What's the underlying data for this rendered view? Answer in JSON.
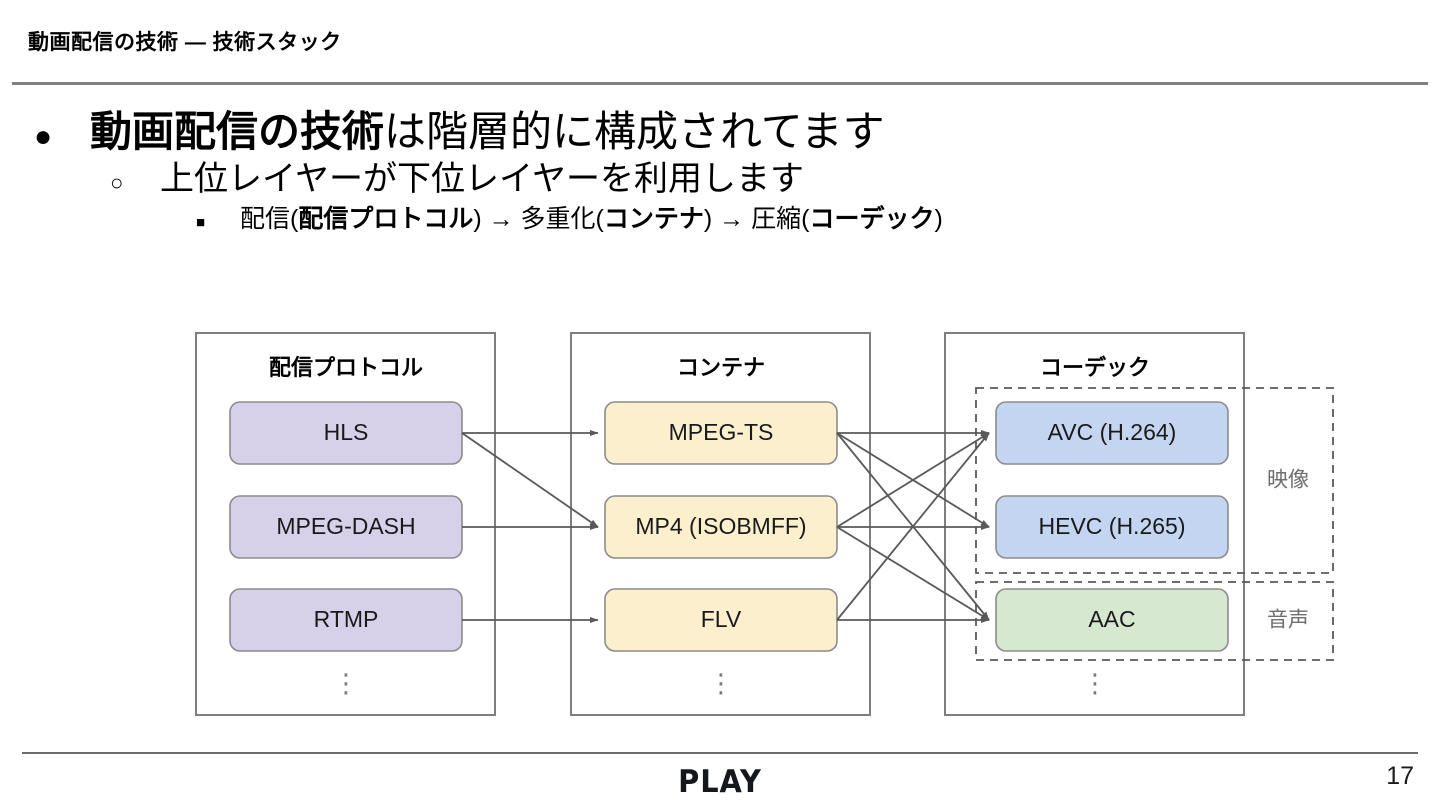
{
  "header": {
    "title": "動画配信の技術 ― 技術スタック"
  },
  "bullets": {
    "level1": {
      "marker": "●",
      "bold_part": "動画配信の技術",
      "rest": "は階層的に構成されてます"
    },
    "level2": {
      "marker": "○",
      "text": "上位レイヤーが下位レイヤーを利用します"
    },
    "level3": {
      "marker": "■",
      "seg1_plain": "配信(",
      "seg1_bold": "配信プロトコル",
      "seg2_plain": ") → 多重化(",
      "seg2_bold": "コンテナ",
      "seg3_plain": ") → 圧縮(",
      "seg3_bold": "コーデック",
      "seg4_plain": ")"
    }
  },
  "diagram": {
    "ellipsis_glyph": "⋮",
    "columns": [
      {
        "title": "配信プロトコル",
        "color": "#D6D0E8",
        "nodes": [
          "HLS",
          "MPEG-DASH",
          "RTMP"
        ]
      },
      {
        "title": "コンテナ",
        "color": "#FCEFCD",
        "nodes": [
          "MPEG-TS",
          "MP4 (ISOBMFF)",
          "FLV"
        ]
      },
      {
        "title": "コーデック",
        "nodes": [
          "AVC (H.264)",
          "HEVC (H.265)",
          "AAC"
        ],
        "video_color": "#C3D5F0",
        "audio_color": "#D7E8D0",
        "groups": [
          {
            "label": "映像",
            "members": [
              "AVC (H.264)",
              "HEVC (H.265)"
            ]
          },
          {
            "label": "音声",
            "members": [
              "AAC"
            ]
          }
        ]
      }
    ],
    "edges": [
      {
        "from": "HLS",
        "to": "MPEG-TS"
      },
      {
        "from": "HLS",
        "to": "MP4 (ISOBMFF)"
      },
      {
        "from": "MPEG-DASH",
        "to": "MP4 (ISOBMFF)"
      },
      {
        "from": "RTMP",
        "to": "FLV"
      },
      {
        "from": "MPEG-TS",
        "to": "AVC (H.264)"
      },
      {
        "from": "MPEG-TS",
        "to": "HEVC (H.265)"
      },
      {
        "from": "MPEG-TS",
        "to": "AAC"
      },
      {
        "from": "MP4 (ISOBMFF)",
        "to": "AVC (H.264)"
      },
      {
        "from": "MP4 (ISOBMFF)",
        "to": "HEVC (H.265)"
      },
      {
        "from": "MP4 (ISOBMFF)",
        "to": "AAC"
      },
      {
        "from": "FLV",
        "to": "AVC (H.264)"
      },
      {
        "from": "FLV",
        "to": "AAC"
      }
    ]
  },
  "footer": {
    "logo": "PLAY",
    "page_number": "17"
  },
  "colors": {
    "rule": "#808080",
    "edge": "#595959",
    "node_border": "#8C8C8C",
    "group_label": "#6E6E6E"
  }
}
